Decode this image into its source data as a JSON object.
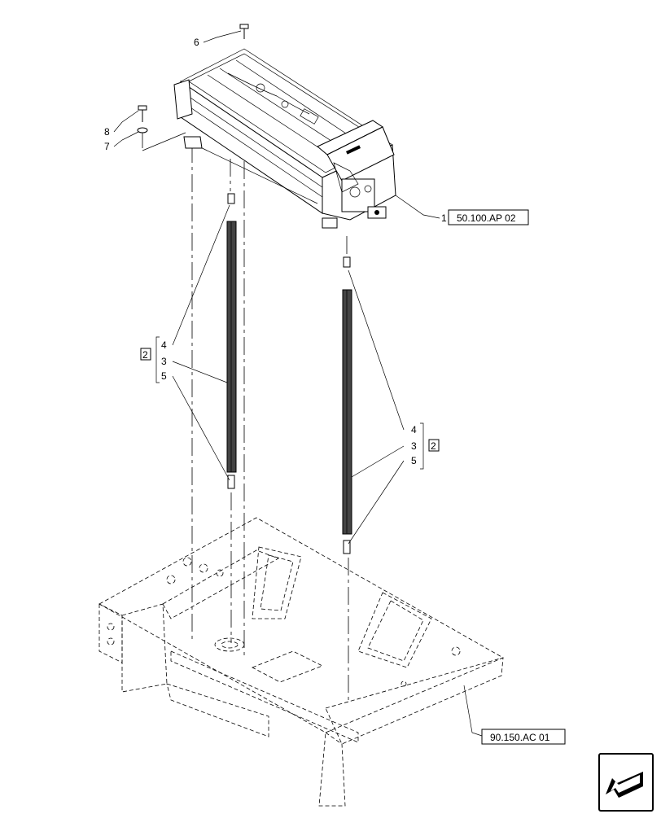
{
  "callouts": {
    "item_1": "1",
    "item_1_ref": "50.100.AP 02",
    "item_6": "6",
    "item_8": "8",
    "item_7": "7",
    "group_left": {
      "bracket_num": "2",
      "a": "4",
      "b": "3",
      "c": "5"
    },
    "group_right": {
      "bracket_num": "2",
      "a": "4",
      "b": "3",
      "c": "5"
    },
    "frame_ref": "90.150.AC 01"
  },
  "icons": {
    "nav": "arrow-left-icon"
  }
}
